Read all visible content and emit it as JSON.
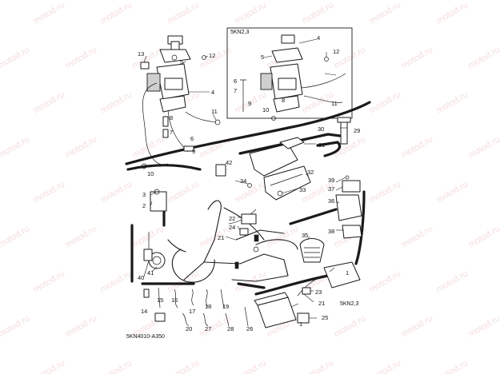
{
  "header": {
    "variant_label": "5KN2,3"
  },
  "footer": {
    "diagram_code": "5KN4010-A350"
  },
  "watermark": {
    "text": "motod.ru",
    "color": "#c02525"
  },
  "callouts": [
    {
      "id": "c13",
      "text": "13"
    },
    {
      "id": "c12a",
      "text": "12"
    },
    {
      "id": "c5a",
      "text": "5"
    },
    {
      "id": "c4a",
      "text": "4"
    },
    {
      "id": "c11a",
      "text": "11"
    },
    {
      "id": "c8a",
      "text": "8"
    },
    {
      "id": "c7a",
      "text": "7"
    },
    {
      "id": "c6a",
      "text": "6"
    },
    {
      "id": "c9a",
      "text": "9"
    },
    {
      "id": "c10a",
      "text": "10"
    },
    {
      "id": "c4b",
      "text": "4"
    },
    {
      "id": "c12b",
      "text": "12"
    },
    {
      "id": "c5b",
      "text": "5"
    },
    {
      "id": "c6b",
      "text": "6"
    },
    {
      "id": "c7b",
      "text": "7"
    },
    {
      "id": "c8b",
      "text": "8"
    },
    {
      "id": "c9b",
      "text": "9"
    },
    {
      "id": "c11b",
      "text": "11"
    },
    {
      "id": "c10b",
      "text": "10"
    },
    {
      "id": "c30",
      "text": "30"
    },
    {
      "id": "c29",
      "text": "29"
    },
    {
      "id": "c31",
      "text": "31"
    },
    {
      "id": "c42",
      "text": "42"
    },
    {
      "id": "c32",
      "text": "32"
    },
    {
      "id": "c34",
      "text": "34"
    },
    {
      "id": "c33",
      "text": "33"
    },
    {
      "id": "c3",
      "text": "3"
    },
    {
      "id": "c2",
      "text": "2"
    },
    {
      "id": "c39",
      "text": "39"
    },
    {
      "id": "c37",
      "text": "37"
    },
    {
      "id": "c36",
      "text": "36"
    },
    {
      "id": "c38",
      "text": "38"
    },
    {
      "id": "c22",
      "text": "22"
    },
    {
      "id": "c24",
      "text": "24"
    },
    {
      "id": "c21a",
      "text": "21"
    },
    {
      "id": "c35",
      "text": "35"
    },
    {
      "id": "c41",
      "text": "41"
    },
    {
      "id": "c40",
      "text": "40"
    },
    {
      "id": "c1a",
      "text": "1"
    },
    {
      "id": "c23",
      "text": "23"
    },
    {
      "id": "c21b",
      "text": "21"
    },
    {
      "id": "c14",
      "text": "14"
    },
    {
      "id": "c15",
      "text": "15"
    },
    {
      "id": "c16",
      "text": "16"
    },
    {
      "id": "c17",
      "text": "17"
    },
    {
      "id": "c18",
      "text": "18"
    },
    {
      "id": "c19",
      "text": "19"
    },
    {
      "id": "c20",
      "text": "20"
    },
    {
      "id": "c27",
      "text": "27"
    },
    {
      "id": "c28",
      "text": "28"
    },
    {
      "id": "c26",
      "text": "26"
    },
    {
      "id": "c25",
      "text": "25"
    },
    {
      "id": "c1b",
      "text": "1"
    }
  ]
}
